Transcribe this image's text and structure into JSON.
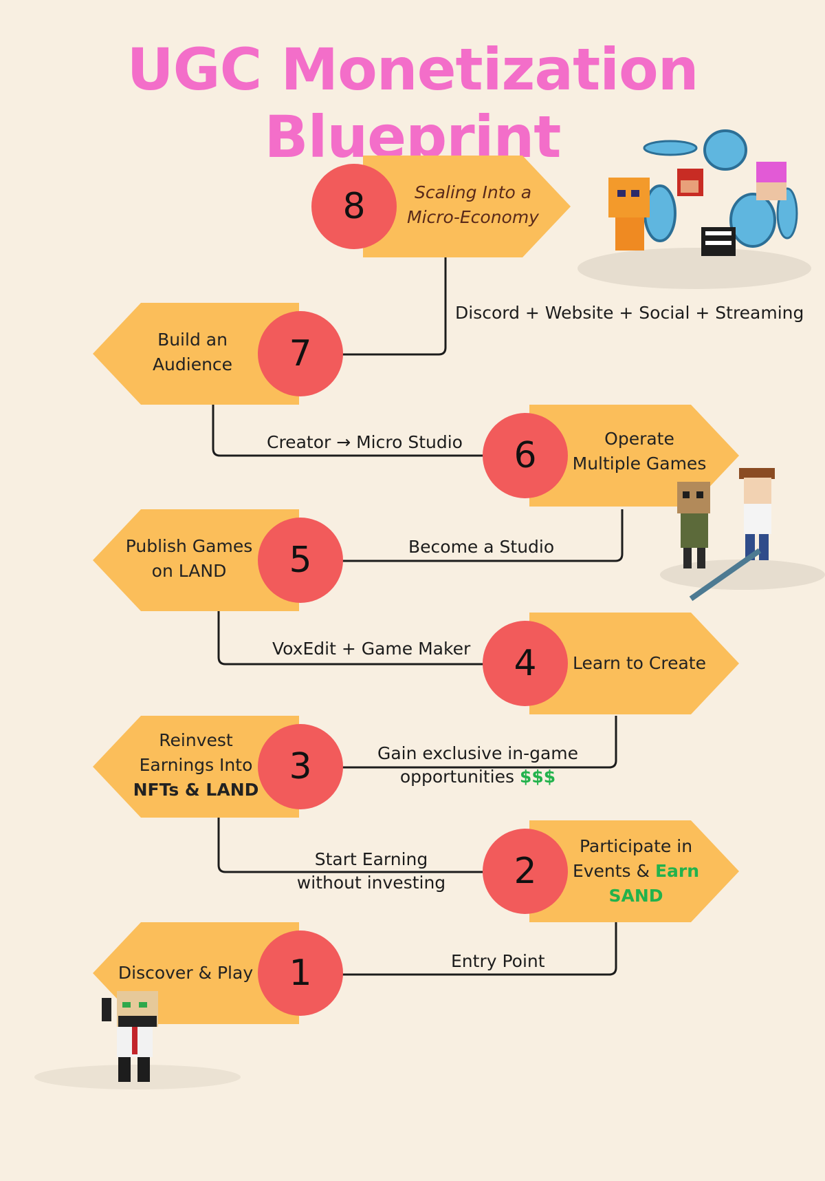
{
  "title": "UGC Monetization Blueprint",
  "colors": {
    "title": "#f36ec9",
    "banner": "#fbbe5a",
    "circle": "#f25b5b",
    "connector": "#1c1c1c",
    "highlight": "#22b24c",
    "background": "#f8efe1"
  },
  "steps": [
    {
      "number": "1",
      "line1": "Discover & Play"
    },
    {
      "number": "2",
      "line1": "Participate in",
      "line2a": "Events & ",
      "line2b": "Earn",
      "line3": "SAND"
    },
    {
      "number": "3",
      "line1": "Reinvest",
      "line2": "Earnings Into",
      "line3": "NFTs & LAND"
    },
    {
      "number": "4",
      "line1": "Learn to Create"
    },
    {
      "number": "5",
      "line1": "Publish Games",
      "line2": "on LAND"
    },
    {
      "number": "6",
      "line1": "Operate",
      "line2": "Multiple Games"
    },
    {
      "number": "7",
      "line1": "Build an",
      "line2": "Audience"
    },
    {
      "number": "8",
      "line1": "Scaling Into a",
      "line2": "Micro-Economy"
    }
  ],
  "connectors": {
    "c1_2": "Entry Point",
    "c2_3_line1": "Start Earning",
    "c2_3_line2": "without investing",
    "c3_4_line1": "Gain exclusive in-game",
    "c3_4_line2": "opportunities ",
    "c3_4_money": "$$$",
    "c4_5": "VoxEdit + Game Maker",
    "c5_6": "Become a Studio",
    "c6_7": "Creator → Micro Studio",
    "c7_8": "Discord + Website + Social + Streaming"
  },
  "illustrations": [
    "voxel-characters-with-coins-icon",
    "voxel-adventurers-icon",
    "voxel-businessman-icon"
  ]
}
